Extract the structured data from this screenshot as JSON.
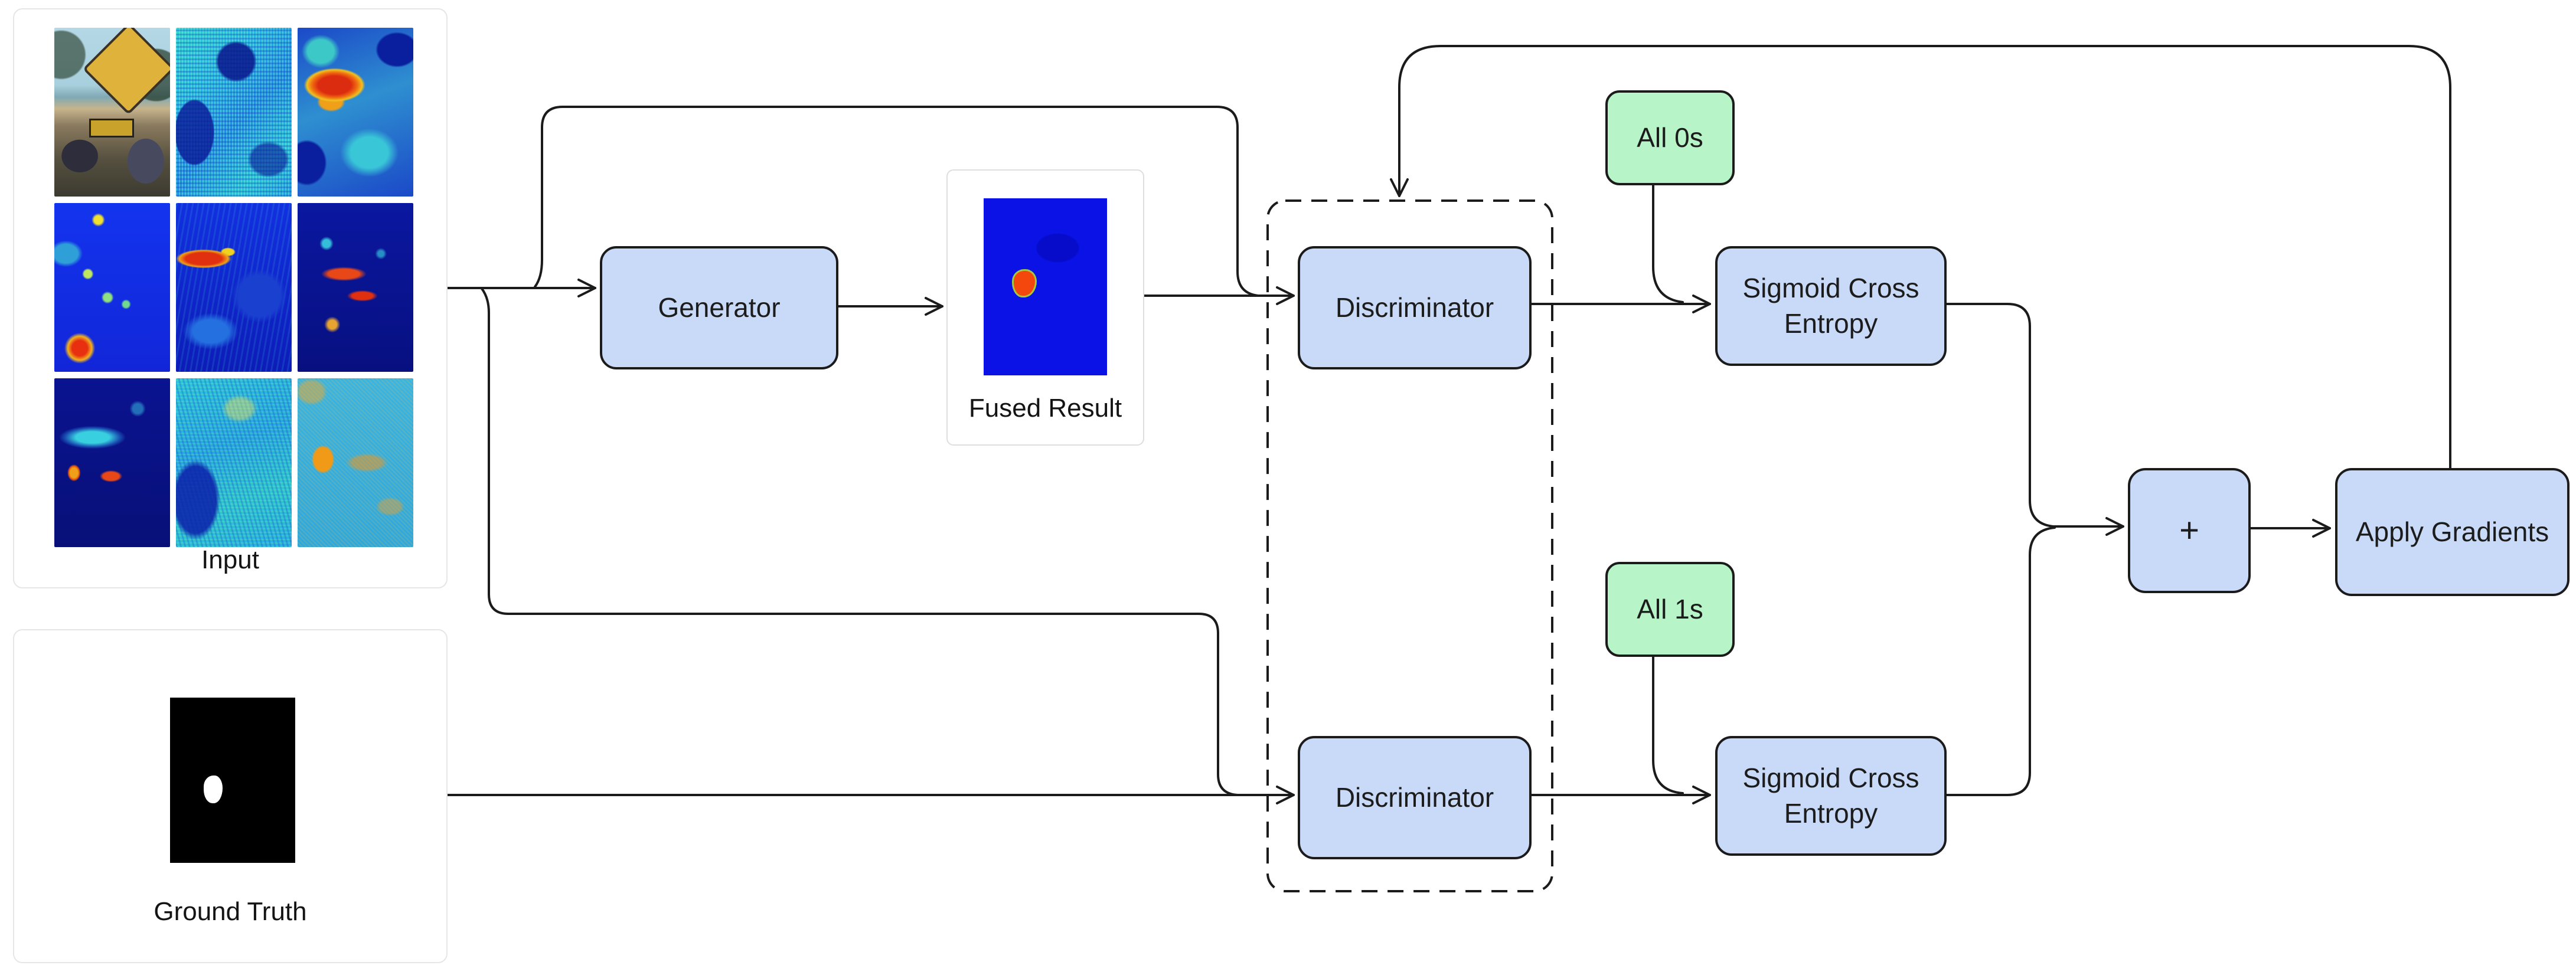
{
  "panels": {
    "input": {
      "label": "Input"
    },
    "ground_truth": {
      "label": "Ground Truth"
    },
    "fused_result": {
      "label": "Fused Result"
    }
  },
  "nodes": {
    "generator": {
      "label": "Generator"
    },
    "discriminator_top": {
      "label": "Discriminator"
    },
    "discriminator_bottom": {
      "label": "Discriminator"
    },
    "all_0s": {
      "label": "All 0s"
    },
    "all_1s": {
      "label": "All 1s"
    },
    "sigmoid_cross_entropy_top": {
      "label": "Sigmoid Cross Entropy"
    },
    "sigmoid_cross_entropy_bottom": {
      "label": "Sigmoid Cross Entropy"
    },
    "plus": {
      "label": "+"
    },
    "apply_gradients": {
      "label": "Apply Gradients"
    }
  },
  "colors": {
    "background": "#ffffff",
    "node_fill_blue": "#c9daf8",
    "node_fill_green": "#b7f5c8",
    "stroke": "#1b1b1b",
    "panel_border": "#e6e6e8",
    "fused_image_blue": "#0b12e6",
    "fused_blob_orange": "#f4470e",
    "ground_truth_background": "#000000",
    "ground_truth_blob": "#ffffff"
  }
}
